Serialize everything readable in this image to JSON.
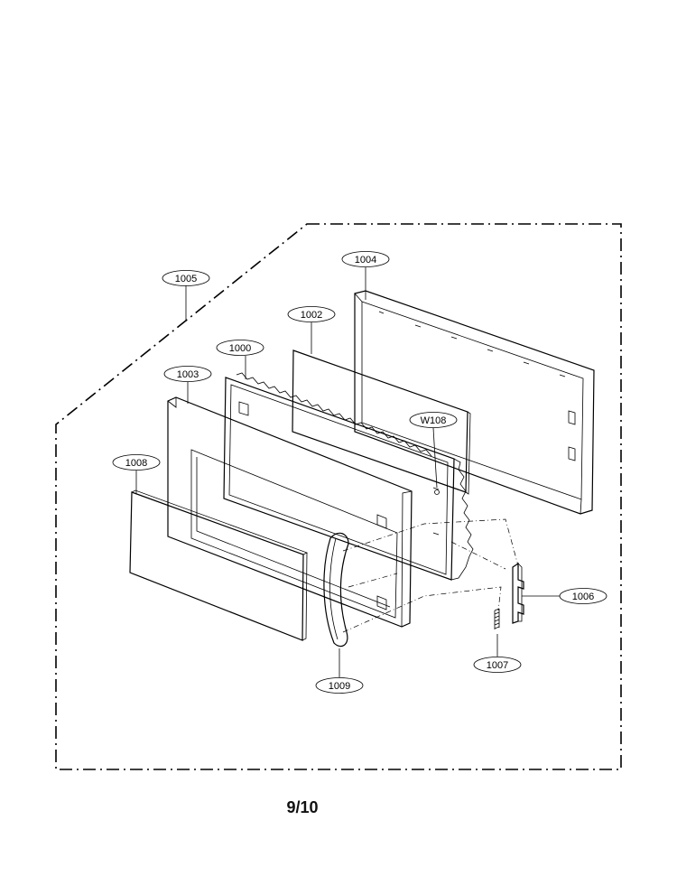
{
  "callouts": {
    "c1005": "1005",
    "c1004": "1004",
    "c1002": "1002",
    "c1000": "1000",
    "c1003": "1003",
    "cW108": "W108",
    "c1008": "1008",
    "c1006": "1006",
    "c1007": "1007",
    "c1009": "1009"
  },
  "page": {
    "number": "9/10"
  }
}
